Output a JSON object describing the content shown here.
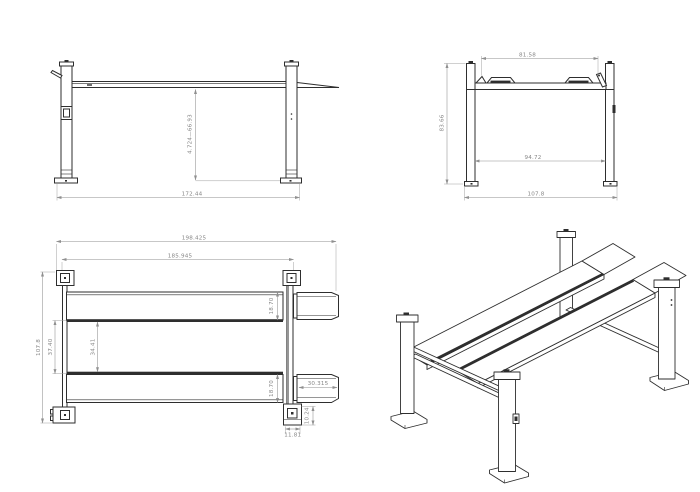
{
  "page": {
    "background": "#ffffff",
    "line_color": "#2e2e2e",
    "dimension_line_color": "#8f8f8f",
    "dimension_text_color": "#868686"
  },
  "views": {
    "side_elevation": {
      "dims": {
        "lift_height_range": "4.724—66.93",
        "base_length": "172.44"
      }
    },
    "front_elevation": {
      "dims": {
        "runway_outer_width": "81.58",
        "overall_height": "83.66",
        "inner_width": "94.72",
        "overall_width": "107.8"
      }
    },
    "plan_view": {
      "dims": {
        "overall_length": "198.425",
        "length_between_posts": "185.945",
        "overall_width": "107.8",
        "runway_gap_outer": "37.40",
        "runway_gap_inner": "34.41",
        "runway_width_front": "18.70",
        "runway_width_rear": "18.70",
        "ramp_length": "30.315",
        "post_base_width": "11.81",
        "post_base_depth": "10.24"
      }
    },
    "isometric_view": {}
  }
}
